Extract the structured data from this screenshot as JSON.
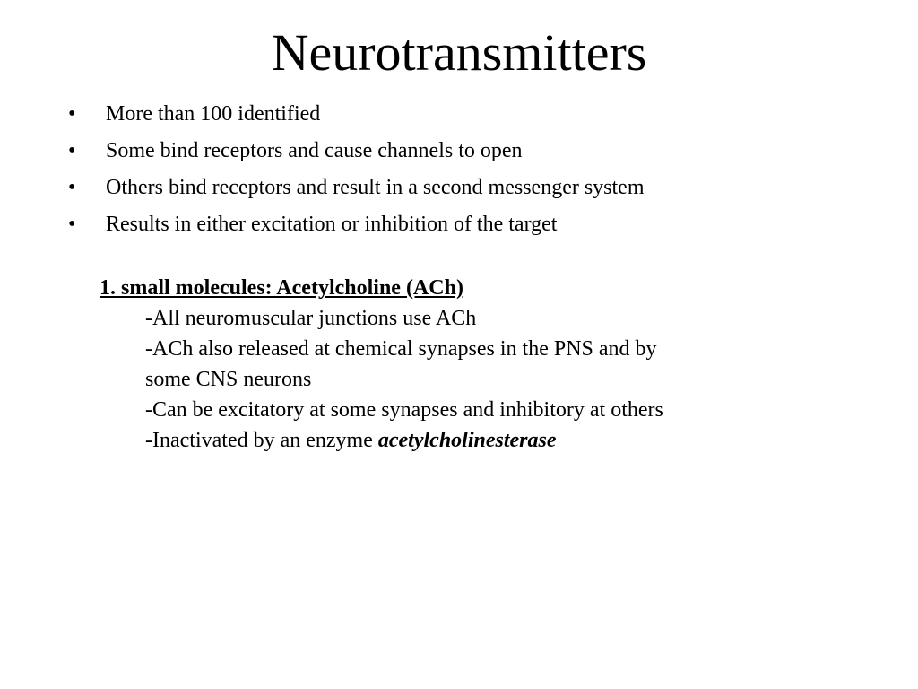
{
  "slide": {
    "title": "Neurotransmitters",
    "bullet_symbol": "•",
    "bullets": [
      "More than 100 identified",
      "Some bind receptors and cause channels to open",
      "Others bind receptors and result in a second messenger system",
      "Results in either excitation or inhibition of the target"
    ],
    "section": {
      "heading": "1. small molecules: Acetylcholine (ACh)",
      "lines": [
        "-All neuromuscular junctions use ACh",
        "-ACh also released at chemical synapses in  the PNS and by",
        "some CNS neurons",
        "-Can be excitatory at some synapses and inhibitory at others"
      ],
      "last_line_prefix": "-Inactivated by an enzyme ",
      "last_line_emphasis": "acetylcholinesterase"
    }
  }
}
